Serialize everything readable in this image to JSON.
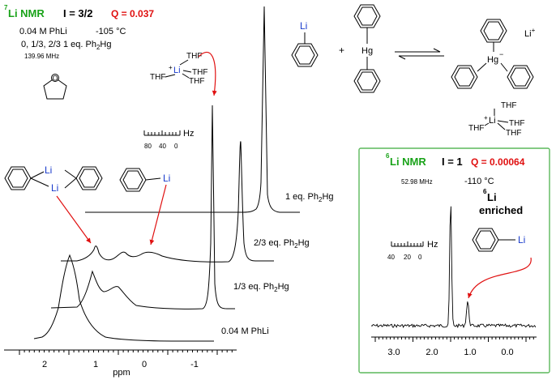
{
  "li7": {
    "title_prefix": "7",
    "title_main": "Li NMR",
    "spin": "I = 3/2",
    "quad": "Q = 0.037",
    "conc": "0.04 M PhLi",
    "temp": "-105 °C",
    "equiv_prefix": "0, 1/3, 2/3 1 eq. Ph",
    "equiv_sub": "2",
    "equiv_suffix": "Hg",
    "freq": "139.96 MHz",
    "scale_unit": "Hz",
    "scale_ticks": [
      "80",
      "40",
      "0"
    ],
    "axis_ticks": [
      "2",
      "1",
      "0",
      "-1"
    ],
    "axis_label": "ppm",
    "trace_labels": [
      {
        "pre": "1 eq.  Ph",
        "sub": "2",
        "post": "Hg"
      },
      {
        "pre": "2/3 eq.  Ph",
        "sub": "2",
        "post": "Hg"
      },
      {
        "pre": "1/3 eq. Ph",
        "sub": "2",
        "post": "Hg"
      },
      {
        "pre": "0.04 M PhLi",
        "sub": "",
        "post": ""
      }
    ]
  },
  "scheme": {
    "li": "Li",
    "thf": "THF",
    "plus": "+",
    "hg": "Hg",
    "li_plus": "Li",
    "sup_plus": "+",
    "sup_minus": "−"
  },
  "li6": {
    "title_prefix": "6",
    "title_main": "Li NMR",
    "spin": "I = 1",
    "quad": "Q = 0.00064",
    "freq": "52.98 MHz",
    "temp": "-110 °C",
    "enriched_prefix": "6",
    "enriched_li": "Li",
    "enriched_word": "enriched",
    "scale_unit": "Hz",
    "scale_ticks": [
      "40",
      "20",
      "0"
    ],
    "axis_ticks": [
      "3.0",
      "2.0",
      "1.0",
      "0.0"
    ],
    "li": "Li"
  },
  "colors": {
    "green": "#1aa31a",
    "red": "#e01010",
    "blue": "#1a3ccc",
    "box": "#5cb85c"
  }
}
